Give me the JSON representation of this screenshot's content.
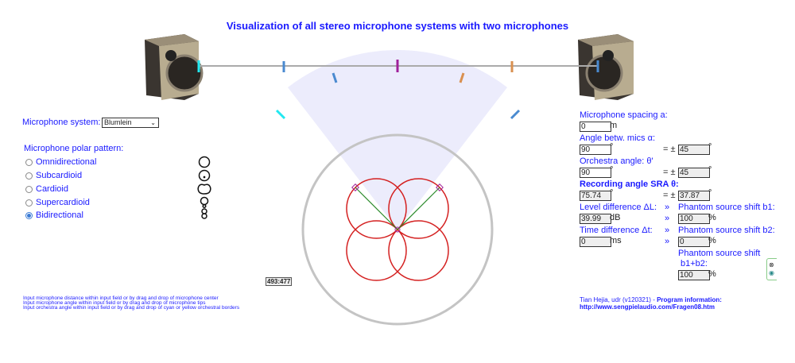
{
  "title": "Visualization of all stereo microphone systems with two microphones",
  "left": {
    "system_label": "Microphone system:",
    "system_value": "Blumlein",
    "pattern_label": "Microphone polar pattern:",
    "patterns": [
      {
        "label": "Omnidirectional",
        "selected": false
      },
      {
        "label": "Subcardioid",
        "selected": false
      },
      {
        "label": "Cardioid",
        "selected": false
      },
      {
        "label": "Supercardioid",
        "selected": false
      },
      {
        "label": "Bidirectional",
        "selected": true
      }
    ]
  },
  "coord_readout": "493:477",
  "footer_notes": [
    "Input microphone distance within input field or by drag and drop of microphone center",
    "Input microphone angle within input field or by drag and drop of microphone tips",
    "Input orchestra angle within input field or by drag and drop of cyan or yellow orchestral borders"
  ],
  "right": {
    "spacing_label": "Microphone spacing a:",
    "spacing_value": "0",
    "spacing_unit": "m",
    "angle_label": "Angle betw. mics α:",
    "angle_value": "90",
    "angle_half": "45",
    "orchestra_label": "Orchestra angle: θ'",
    "orchestra_value": "90",
    "orchestra_half": "45",
    "sra_label": "Recording angle SRA θ:",
    "sra_value": "75.74",
    "sra_half": "37.87",
    "level_label": "Level difference ΔL:",
    "level_value": "39.99",
    "level_unit": "dB",
    "time_label": "Time difference Δt:",
    "time_value": "0",
    "time_unit": "ms",
    "b1_label": "Phantom source shift  b1:",
    "b1_value": "100",
    "b2_label": "Phantom source shift  b2:",
    "b2_value": "0",
    "b12_label1": "Phantom source shift",
    "b12_label2": "b1+b2:",
    "b12_value": "100",
    "deg": "°",
    "eq": "= ±",
    "arrow": "»",
    "pct": "%",
    "credit": "Tian Hejia, udr (v120321) - ",
    "credit_bold": "Program information:",
    "link": "http://www.sengpielaudio.com/Fragen08.htm"
  },
  "colors": {
    "text": "#1a1aff",
    "lobe": "#d42020",
    "sector": "#ececfc",
    "mic_cyan": "#22e8f0",
    "mic_blue": "#4a8ad0",
    "mic_purple": "#a0209a",
    "mic_orange": "#d99050"
  }
}
